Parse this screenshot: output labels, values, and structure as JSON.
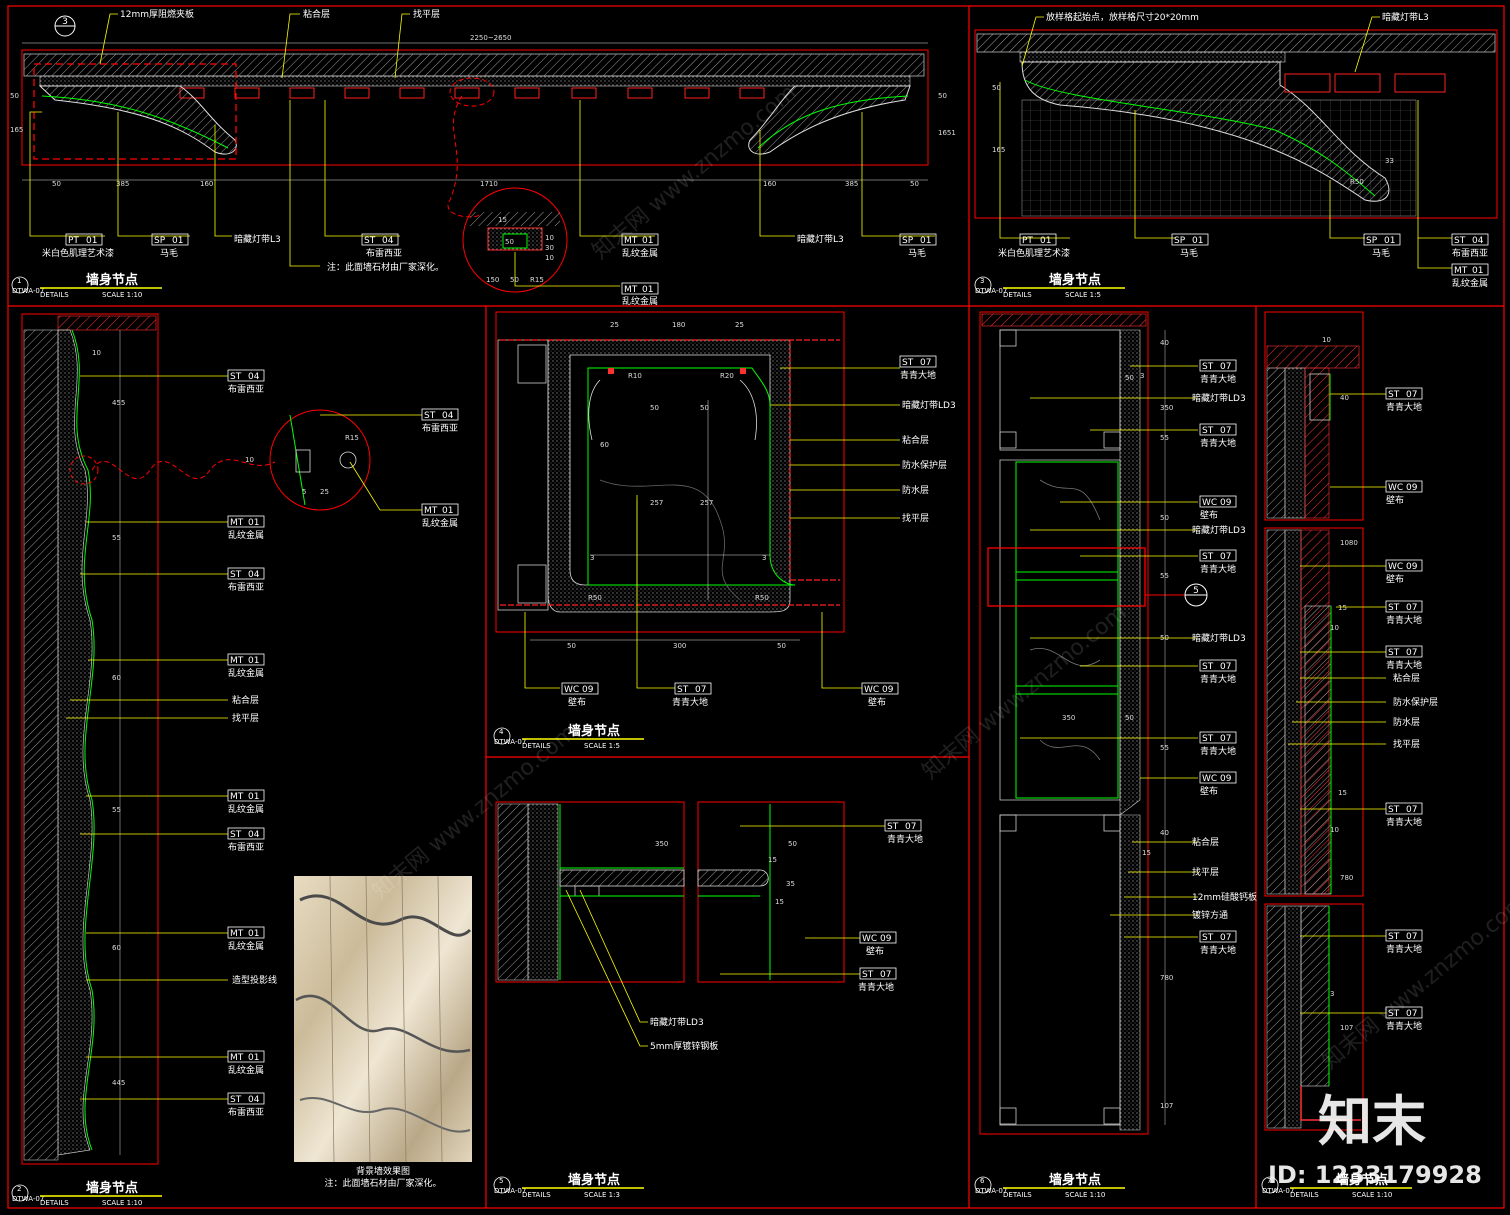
{
  "details": [
    {
      "no": "1",
      "title": "墙身节点",
      "code": "DTWA-07",
      "details": "DETAILS",
      "scale": "SCALE  1:10"
    },
    {
      "no": "3",
      "title": "墙身节点",
      "code": "DTWA-07",
      "details": "DETAILS",
      "scale": "SCALE  1:5"
    },
    {
      "no": "2",
      "title": "墙身节点",
      "code": "DTWA-07",
      "details": "DETAILS",
      "scale": "SCALE  1:10"
    },
    {
      "no": "4",
      "title": "墙身节点",
      "code": "DTWA-07",
      "details": "DETAILS",
      "scale": "SCALE  1:5"
    },
    {
      "no": "5",
      "title": "墙身节点",
      "code": "DTWA-07",
      "details": "DETAILS",
      "scale": "SCALE  1:3"
    },
    {
      "no": "6",
      "title": "墙身节点",
      "code": "DTWA-07",
      "details": "DETAILS",
      "scale": "SCALE  1:10"
    },
    {
      "no": "7",
      "title": "墙身节点",
      "code": "DTWA-07",
      "details": "DETAILS",
      "scale": "SCALE  1:10"
    }
  ],
  "d1": {
    "bubble_top": "3",
    "top_notes": [
      "12mm厚阻燃夹板",
      "粘合层",
      "找平层"
    ],
    "overall_dim": "2250~2650",
    "bottom_dims": [
      "50",
      "385",
      "160",
      "1710",
      "160",
      "385",
      "50"
    ],
    "left_dims": [
      "50",
      "165"
    ],
    "right_dims": [
      "50",
      "1651"
    ],
    "tags": [
      {
        "code": "PT",
        "num": "01",
        "name": "米白色肌理艺术漆"
      },
      {
        "code": "SP",
        "num": "01",
        "name": "马毛"
      },
      {
        "code": "ST",
        "num": "04",
        "name": "布雷西亚"
      },
      {
        "code": "MT",
        "num": "01",
        "name": "乱纹金属"
      },
      {
        "code": "SP",
        "num": "01",
        "name": "马毛"
      }
    ],
    "notes": [
      "暗藏灯带L3",
      "暗藏灯带L3",
      "注：此面墙石材由厂家深化。"
    ],
    "zoom_tag": {
      "code": "MT",
      "num": "01",
      "name": "乱纹金属"
    },
    "zoom_dims": [
      "15",
      "50",
      "10",
      "30",
      "10",
      "150",
      "50",
      "R15"
    ]
  },
  "d3": {
    "top_note": "放样格起始点，放样格尺寸20*20mm",
    "right_note": "暗藏灯带L3",
    "tags": [
      {
        "code": "PT",
        "num": "01",
        "name": "米白色肌理艺术漆"
      },
      {
        "code": "SP",
        "num": "01",
        "name": "马毛"
      },
      {
        "code": "SP",
        "num": "01",
        "name": "马毛"
      },
      {
        "code": "ST",
        "num": "04",
        "name": "布雷西亚"
      },
      {
        "code": "MT",
        "num": "01",
        "name": "乱纹金属"
      }
    ],
    "dims": [
      "50",
      "165",
      "R50",
      "33"
    ]
  },
  "d2": {
    "tags": [
      {
        "code": "ST",
        "num": "04",
        "name": "布雷西亚"
      },
      {
        "code": "MT",
        "num": "01",
        "name": "乱纹金属"
      },
      {
        "code": "ST",
        "num": "04",
        "name": "布雷西亚"
      },
      {
        "code": "MT",
        "num": "01",
        "name": "乱纹金属"
      },
      {
        "code": "MT",
        "num": "01",
        "name": "乱纹金属"
      },
      {
        "code": "ST",
        "num": "04",
        "name": "布雷西亚"
      },
      {
        "code": "MT",
        "num": "01",
        "name": "乱纹金属"
      },
      {
        "code": "MT",
        "num": "01",
        "name": "乱纹金属"
      },
      {
        "code": "ST",
        "num": "04",
        "name": "布雷西亚"
      }
    ],
    "layers": [
      "粘合层",
      "找平层"
    ],
    "projection": "造型投影线",
    "zoom_tags": [
      {
        "code": "ST",
        "num": "04",
        "name": "布雷西亚"
      },
      {
        "code": "MT",
        "num": "01",
        "name": "乱纹金属"
      }
    ],
    "zoom_dims": [
      "10",
      "5",
      "25",
      "R15"
    ],
    "dims": [
      "10",
      "455",
      "55",
      "60",
      "55",
      "60",
      "445"
    ],
    "image_caption": [
      "背景墙效果图",
      "注：此面墙石材由厂家深化。"
    ]
  },
  "d4": {
    "right_tags": [
      {
        "code": "ST",
        "num": "07",
        "name": "青青大地"
      }
    ],
    "right_notes": [
      "暗藏灯带LD3",
      "粘合层",
      "防水保护层",
      "防水层",
      "找平层"
    ],
    "bottom_tags": [
      {
        "code": "WC",
        "num": "09",
        "name": "壁布"
      },
      {
        "code": "ST",
        "num": "07",
        "name": "青青大地"
      },
      {
        "code": "WC",
        "num": "09",
        "name": "壁布"
      }
    ],
    "top_dims": [
      "25",
      "180",
      "25"
    ],
    "bottom_dims": [
      "50",
      "300",
      "50"
    ],
    "inner_dims": [
      "60",
      "50",
      "257",
      "257",
      "50",
      "3",
      "3",
      "R10",
      "R20",
      "R50",
      "R50"
    ]
  },
  "d5": {
    "tags": [
      {
        "code": "ST",
        "num": "07",
        "name": "青青大地"
      },
      {
        "code": "WC",
        "num": "09",
        "name": "壁布"
      },
      {
        "code": "ST",
        "num": "07",
        "name": "青青大地"
      }
    ],
    "notes": [
      "暗藏灯带LD3",
      "5mm厚镀锌钢板"
    ],
    "dims": [
      "350",
      "50",
      "15",
      "35",
      "15"
    ]
  },
  "d6": {
    "bubble": "5",
    "tags": [
      {
        "code": "ST",
        "num": "07",
        "name": "青青大地"
      },
      {
        "code": "ST",
        "num": "07",
        "name": "青青大地"
      },
      {
        "code": "WC",
        "num": "09",
        "name": "壁布"
      },
      {
        "code": "ST",
        "num": "07",
        "name": "青青大地"
      },
      {
        "code": "ST",
        "num": "07",
        "name": "青青大地"
      },
      {
        "code": "ST",
        "num": "07",
        "name": "青青大地"
      },
      {
        "code": "WC",
        "num": "09",
        "name": "壁布"
      },
      {
        "code": "ST",
        "num": "07",
        "name": "青青大地"
      }
    ],
    "notes": [
      "暗藏灯带LD3",
      "暗藏灯带LD3",
      "暗藏灯带LD3",
      "粘合层",
      "找平层",
      "12mm硅酸钙板",
      "镀锌方通"
    ],
    "dims": [
      "40",
      "50",
      "3",
      "350",
      "55",
      "50",
      "55",
      "50",
      "350",
      "50",
      "55",
      "40",
      "15",
      "780",
      "107"
    ]
  },
  "d7": {
    "tags": [
      {
        "code": "ST",
        "num": "07",
        "name": "青青大地"
      },
      {
        "code": "WC",
        "num": "09",
        "name": "壁布"
      },
      {
        "code": "WC",
        "num": "09",
        "name": "壁布"
      },
      {
        "code": "ST",
        "num": "07",
        "name": "青青大地"
      },
      {
        "code": "ST",
        "num": "07",
        "name": "青青大地"
      },
      {
        "code": "ST",
        "num": "07",
        "name": "青青大地"
      },
      {
        "code": "ST",
        "num": "07",
        "name": "青青大地"
      },
      {
        "code": "ST",
        "num": "07",
        "name": "青青大地"
      }
    ],
    "notes": [
      "粘合层",
      "防水保护层",
      "防水层",
      "找平层"
    ],
    "dims": [
      "10",
      "40",
      "1080",
      "15",
      "10",
      "15",
      "10",
      "780",
      "3",
      "107"
    ]
  },
  "watermark": {
    "logo": "知末",
    "id": "ID: 1233179928",
    "site": "知末网 www.znzmo.com"
  },
  "colors": {
    "frame": "#ff0000",
    "leader": "#ffff00",
    "finish": "#00ff00",
    "hatch": "#8c8c8c",
    "text": "#ffffff"
  }
}
